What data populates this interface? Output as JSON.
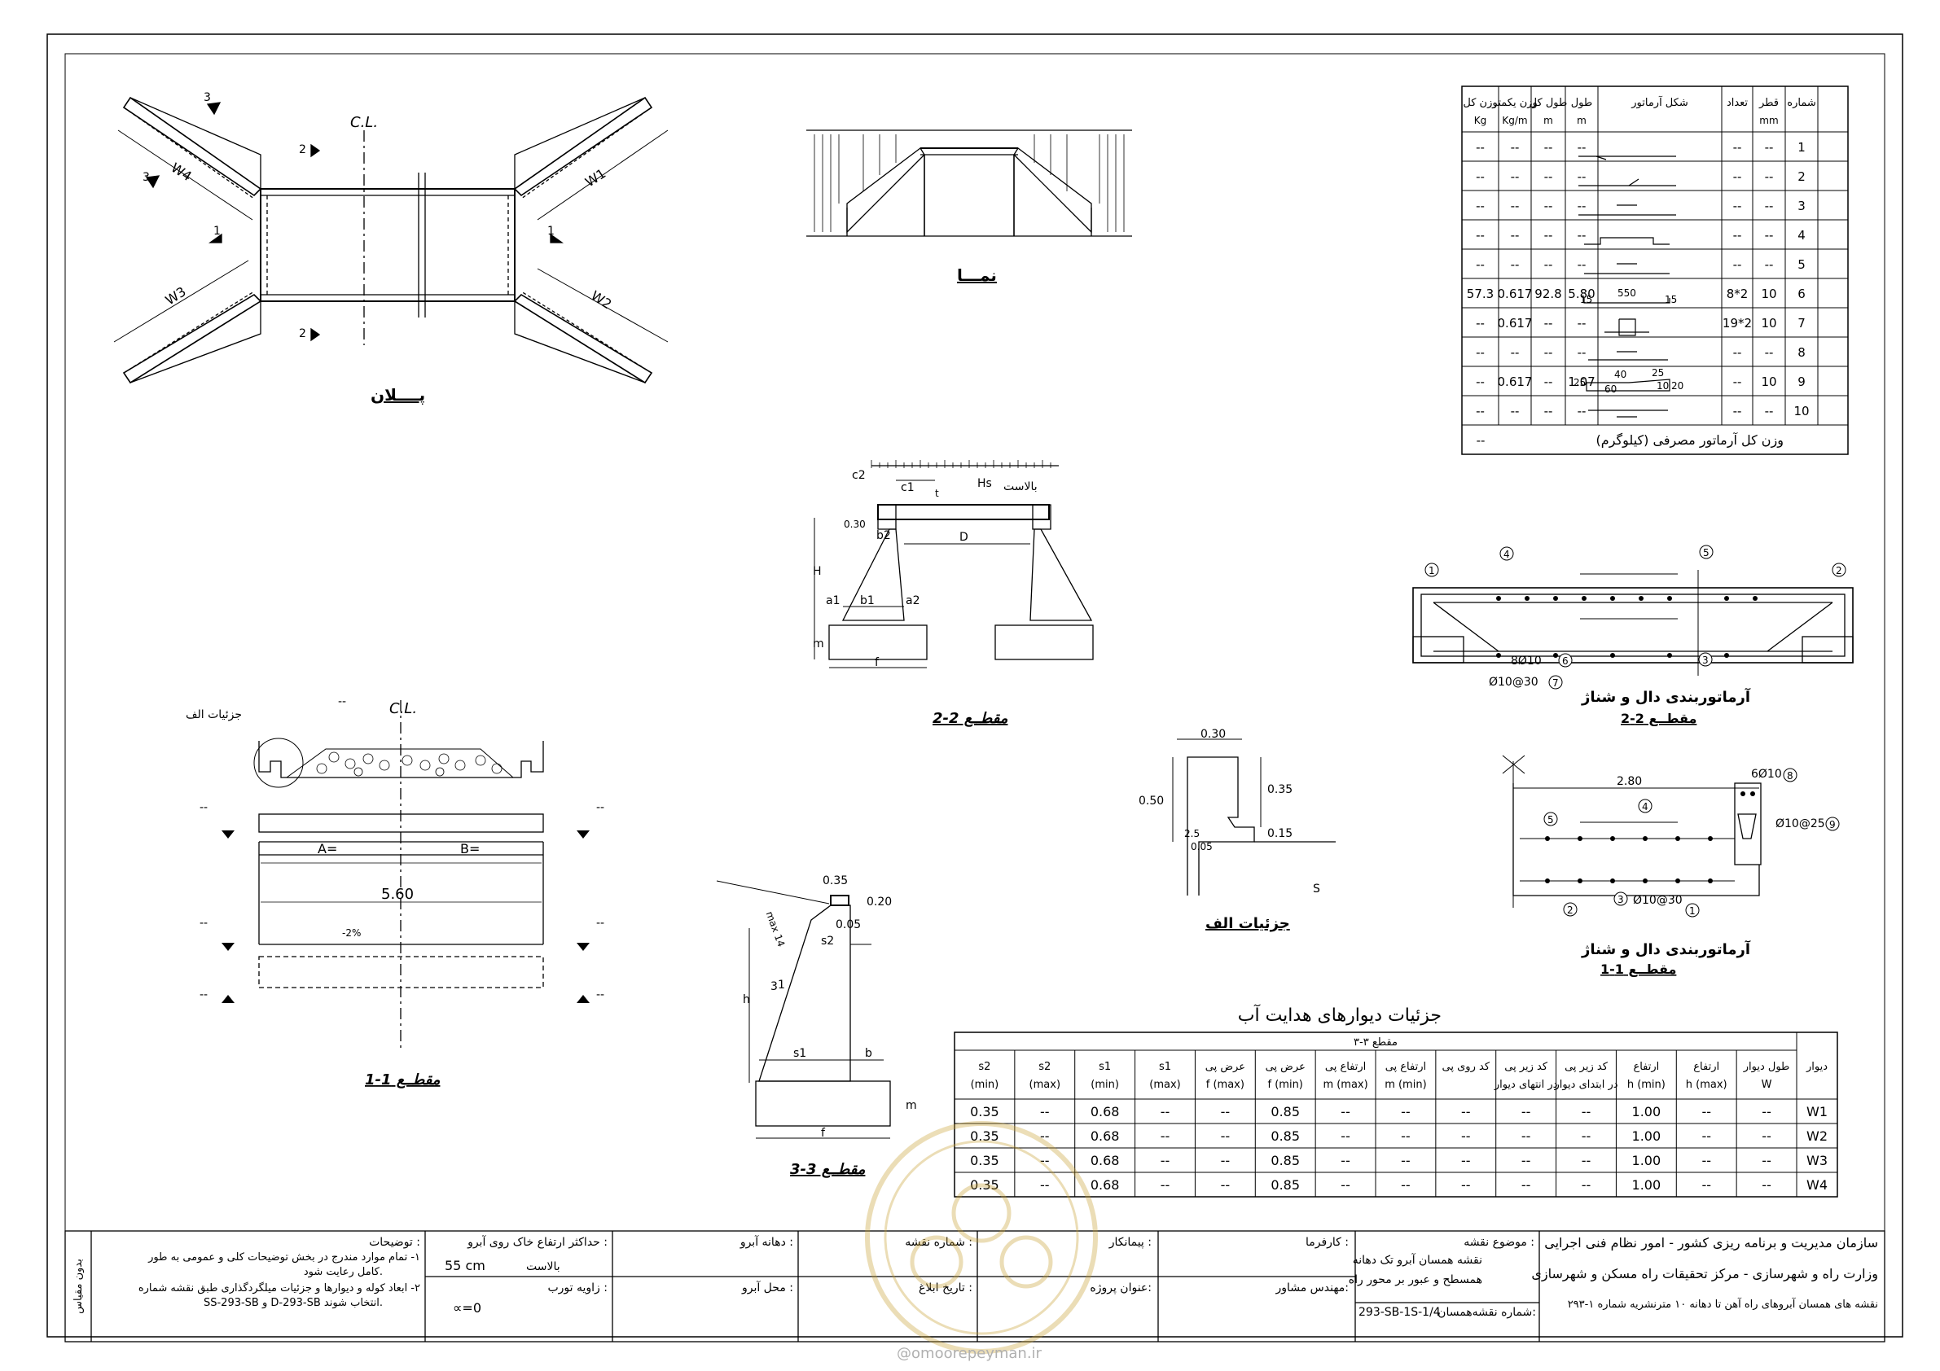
{
  "sheet": {
    "watermark_url": "@omoorepeyman.ir"
  },
  "plan": {
    "title": "پــــلان",
    "cl": "C.L.",
    "labels": {
      "w1": "W1",
      "w2": "W2",
      "w3": "W3",
      "w4": "W4",
      "s1": "1",
      "s2": "2",
      "s3": "3"
    }
  },
  "elevation": {
    "title": "نمـــا"
  },
  "section22": {
    "title": "مقطــع 2-2",
    "labels": {
      "c2": "c2",
      "c1": "c1",
      "hs": "Hs",
      "ballast": "بالاست",
      "v030": "0.30",
      "b2": "b2",
      "D": "D",
      "H": "H",
      "a1": "a1",
      "b1": "b1",
      "a2": "a2",
      "m": "m",
      "f": "f",
      "t": "t"
    }
  },
  "section11": {
    "title": "مقطــع 1-1",
    "detail_a": "جزئیات الف",
    "cl": "C.L.",
    "dash": "--",
    "A": "A=",
    "B": "B=",
    "width": "5.60",
    "slope": "-2%"
  },
  "section33": {
    "title": "مقطــع 3-3",
    "labels": {
      "v035": "0.35",
      "v020": "0.20",
      "v005": "0.05",
      "s2": "s2",
      "max14": "max 14",
      "h": "h",
      "r3": "3",
      "r1": "1",
      "s1": "s1",
      "b": "b",
      "m": "m",
      "f": "f"
    }
  },
  "detailA": {
    "title": "جزئیات الف",
    "labels": {
      "v030": "0.30",
      "v035": "0.35",
      "v050": "0.50",
      "v015": "0.15",
      "v005": "0.05",
      "v25": "2.5",
      "S": "S"
    }
  },
  "slab22": {
    "title1": "آرماتوربندی دال و شناژ",
    "title2": "مقطــع 2-2",
    "callouts": {
      "c1": "1",
      "c2": "2",
      "c3": "3",
      "c4": "4",
      "c5": "5",
      "c6": "6",
      "c7": "7"
    },
    "bar6": "8Ø10",
    "bar7": "Ø10@30"
  },
  "slab11": {
    "title1": "آرماتوربندی دال و شناژ",
    "title2": "مقطــع 1-1",
    "width": "2.80",
    "bar8": "6Ø10",
    "bar9": "Ø10@25",
    "bar3": "Ø10@30",
    "callouts": {
      "c1": "1",
      "c2": "2",
      "c3": "3",
      "c4": "4",
      "c5": "5",
      "c8": "8",
      "c9": "9"
    }
  },
  "rebar_table": {
    "headers": [
      "وزن کل",
      "وزن یکمتر",
      "طول کل",
      "طول",
      "شکل آرماتور",
      "تعداد",
      "قطر",
      "شماره"
    ],
    "units": [
      "Kg",
      "Kg/m",
      "m",
      "m",
      "",
      "",
      "mm",
      ""
    ],
    "rows": [
      {
        "no": "1",
        "d": "--",
        "n": "--",
        "len": "--",
        "tot": "--",
        "wpm": "--",
        "wt": "--"
      },
      {
        "no": "2",
        "d": "--",
        "n": "--",
        "len": "--",
        "tot": "--",
        "wpm": "--",
        "wt": "--"
      },
      {
        "no": "3",
        "d": "--",
        "n": "--",
        "len": "--",
        "tot": "--",
        "wpm": "--",
        "wt": "--"
      },
      {
        "no": "4",
        "d": "--",
        "n": "--",
        "len": "--",
        "tot": "--",
        "wpm": "--",
        "wt": "--"
      },
      {
        "no": "5",
        "d": "--",
        "n": "--",
        "len": "--",
        "tot": "--",
        "wpm": "--",
        "wt": "--"
      },
      {
        "no": "6",
        "d": "10",
        "n": "8*2",
        "len": "5.80",
        "tot": "92.8",
        "wpm": "0.617",
        "wt": "57.3"
      },
      {
        "no": "7",
        "d": "10",
        "n": "19*2",
        "len": "--",
        "tot": "--",
        "wpm": "0.617",
        "wt": "--"
      },
      {
        "no": "8",
        "d": "--",
        "n": "--",
        "len": "--",
        "tot": "--",
        "wpm": "--",
        "wt": "--"
      },
      {
        "no": "9",
        "d": "10",
        "n": "--",
        "len": "1.07",
        "tot": "--",
        "wpm": "0.617",
        "wt": "--"
      },
      {
        "no": "10",
        "d": "--",
        "n": "--",
        "len": "--",
        "tot": "--",
        "wpm": "--",
        "wt": "--"
      }
    ],
    "shape6": {
      "a": "15",
      "b": "550",
      "c": "15"
    },
    "shape9": {
      "a": "25",
      "b": "40",
      "c": "25",
      "d": "60",
      "e": "10",
      "f": "20"
    },
    "total_label": "وزن کل آرماتور مصرفی (کیلوگرم)",
    "total_value": "--"
  },
  "walls_table": {
    "title": "جزئیات دیوارهای هدایت آب",
    "section": "مقطع ٣-٣",
    "headers": [
      {
        "t": "s2",
        "u": "(min)"
      },
      {
        "t": "s2",
        "u": "(max)"
      },
      {
        "t": "s1",
        "u": "(min)"
      },
      {
        "t": "s1",
        "u": "(max)"
      },
      {
        "t": "عرض پی",
        "u": "f (max)"
      },
      {
        "t": "عرض پی",
        "u": "f (min)"
      },
      {
        "t": "ارتفاع پی",
        "u": "m (max)"
      },
      {
        "t": "ارتفاع پی",
        "u": "m (min)"
      },
      {
        "t": "کد روی پی",
        "u": ""
      },
      {
        "t": "کد زیر پی",
        "u": "در انتهای دیوار"
      },
      {
        "t": "کد زیر پی",
        "u": "در ابتدای دیوار"
      },
      {
        "t": "ارتفاع",
        "u": "h (min)"
      },
      {
        "t": "ارتفاع",
        "u": "h (max)"
      },
      {
        "t": "طول دیوار",
        "u": "W"
      },
      {
        "t": "دیوار",
        "u": ""
      }
    ],
    "rows": [
      [
        "0.35",
        "--",
        "0.68",
        "--",
        "--",
        "0.85",
        "--",
        "--",
        "--",
        "--",
        "--",
        "1.00",
        "--",
        "--",
        "W1"
      ],
      [
        "0.35",
        "--",
        "0.68",
        "--",
        "--",
        "0.85",
        "--",
        "--",
        "--",
        "--",
        "--",
        "1.00",
        "--",
        "--",
        "W2"
      ],
      [
        "0.35",
        "--",
        "0.68",
        "--",
        "--",
        "0.85",
        "--",
        "--",
        "--",
        "--",
        "--",
        "1.00",
        "--",
        "--",
        "W3"
      ],
      [
        "0.35",
        "--",
        "0.68",
        "--",
        "--",
        "0.85",
        "--",
        "--",
        "--",
        "--",
        "--",
        "1.00",
        "--",
        "--",
        "W4"
      ]
    ]
  },
  "title_block": {
    "org1": "سازمان مدیریت و برنامه ریزی کشور - امور نظام فنی اجرایی",
    "org2": "وزارت راه و شهرسازی - مرکز تحقیقات راه مسکن و شهرسازی",
    "org3": "نقشه های همسان آبروهای راه آهن تا دهانه ١٠ مترنشریه شماره ١-٢٩٣",
    "subject_label": "موضوع نقشه :",
    "subject1": "نقشه همسان آبرو تک دهانه",
    "subject2": "همسطح و عبور بر محور راه",
    "std_no_label": "شماره نقشه‌همسان:",
    "std_no": "293-SB-1S-1/4",
    "employer": "کارفرما :",
    "consultant": "مهندس مشاور:",
    "contractor": "پیمانکار :",
    "project": "عنوان پروژه:",
    "sheet_no": "شماره نقشه :",
    "issue_date": "تاریخ ابلاغ :",
    "opening": "دهانه آبرو :",
    "location": "محل آبرو :",
    "fill_label": "حداکثر ارتفاع خاک روی آبرو :",
    "fill_value": "55  cm",
    "ballast": "بالاست",
    "skew_label": "زاویه تورب :",
    "skew_value": "∝=0",
    "notes_title": "توضیحات :",
    "note1a": "١- تمام موارد مندرج در بخش توضیحات کلی و عمومی به طور",
    "note1b": "کامل رعایت شود.",
    "note2a": "٢- ابعاد کوله و دیوارها و جزئیات میلگردگذاری طبق نقشه شماره",
    "note2b": "SS-293-SB و D-293-SB انتخاب شوند.",
    "scale": "بدون مقیاس"
  }
}
